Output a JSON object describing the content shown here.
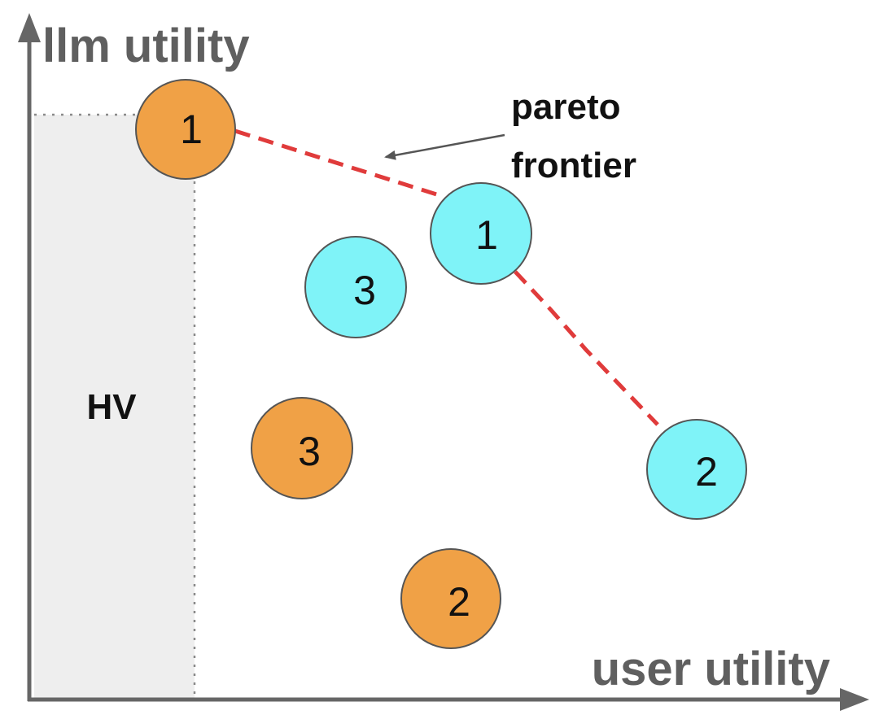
{
  "diagram": {
    "y_axis_label": "llm utility",
    "x_axis_label": "user utility",
    "hv_label": "HV",
    "annotation": {
      "line1": "pareto",
      "line2": "frontier"
    },
    "points": [
      {
        "id": "orange-1",
        "label": "1",
        "group": "orange"
      },
      {
        "id": "cyan-1",
        "label": "1",
        "group": "cyan"
      },
      {
        "id": "cyan-3",
        "label": "3",
        "group": "cyan"
      },
      {
        "id": "orange-3",
        "label": "3",
        "group": "orange"
      },
      {
        "id": "cyan-2",
        "label": "2",
        "group": "cyan"
      },
      {
        "id": "orange-2",
        "label": "2",
        "group": "orange"
      }
    ],
    "colors": {
      "orange": "#f0a146",
      "cyan": "#7ff3f8",
      "frontier": "#e03b3b",
      "axis": "#666666",
      "axis_label": "#5f5f5f",
      "hv_region": "#eeeeee",
      "point_stroke": "#555555",
      "text": "#111111"
    }
  }
}
